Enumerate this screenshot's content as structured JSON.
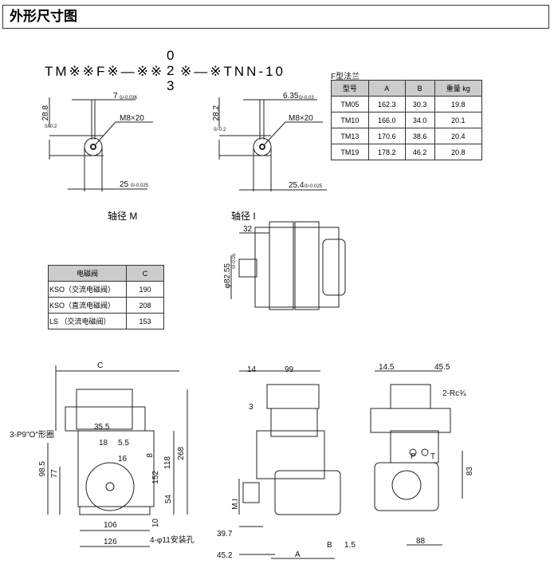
{
  "header": {
    "title": "外形尺寸图"
  },
  "model_code": {
    "prefix": "TM※※F※—※※",
    "stack": [
      "0",
      "2",
      "3"
    ],
    "suffix": "※—※TNN-10"
  },
  "shaft_m": {
    "label": "轴径 M",
    "key": "7",
    "key_tol": "0/-0.036",
    "height": "28.8",
    "height_tol": "0/-0.2",
    "thread": "M8×20",
    "dia": "25",
    "dia_tol": "0/-0.025"
  },
  "shaft_i": {
    "label": "轴径 I",
    "key": "6.35",
    "key_tol": "0/-0.03",
    "height": "28.2",
    "height_tol": "0/-0.2",
    "thread": "M8×20",
    "dia": "25.4",
    "dia_tol": "0/-0.025"
  },
  "flange_table": {
    "caption": "F型法兰",
    "headers": [
      "型号",
      "A",
      "B",
      "重量 kg"
    ],
    "rows": [
      [
        "TM05",
        "162.3",
        "30.3",
        "19.8"
      ],
      [
        "TM10",
        "166.0",
        "34.0",
        "20.1"
      ],
      [
        "TM13",
        "170.6",
        "38.6",
        "20.4"
      ],
      [
        "TM19",
        "178.2",
        "46.2",
        "20.8"
      ]
    ]
  },
  "valve_table": {
    "headers": [
      "电磁阀",
      "C"
    ],
    "rows": [
      [
        "KSO（交流电磁阀）",
        "190"
      ],
      [
        "KSO（直流电磁阀）",
        "208"
      ],
      [
        "LS （交流电磁阀）",
        "153"
      ]
    ]
  },
  "flange_view": {
    "d1": "32",
    "d2": "φ82.55",
    "d2_tol": "0/-0.05"
  },
  "front_view": {
    "c": "C",
    "oring": "3-P9\"O\"形圈",
    "d355": "35.5",
    "d18": "18",
    "d55": "5.5",
    "d16": "16",
    "d985": "98.5",
    "d77": "77",
    "d8": "8",
    "d152": "152",
    "d118": "118",
    "d268": "268",
    "d54": "54",
    "d10": "10",
    "d106": "106",
    "d126": "126",
    "holes": "4-φ11安装孔"
  },
  "side_view": {
    "d14": "14",
    "d99": "99",
    "d3": "3",
    "mi": "M.I",
    "d397": "39.7",
    "d452": "45.2",
    "a": "A",
    "b": "B",
    "d15": "1.5"
  },
  "rear_view": {
    "d145": "14.5",
    "d455": "45.5",
    "ports": "2-Rc¾",
    "p": "P",
    "t": "T",
    "d83": "83",
    "d88": "88"
  }
}
